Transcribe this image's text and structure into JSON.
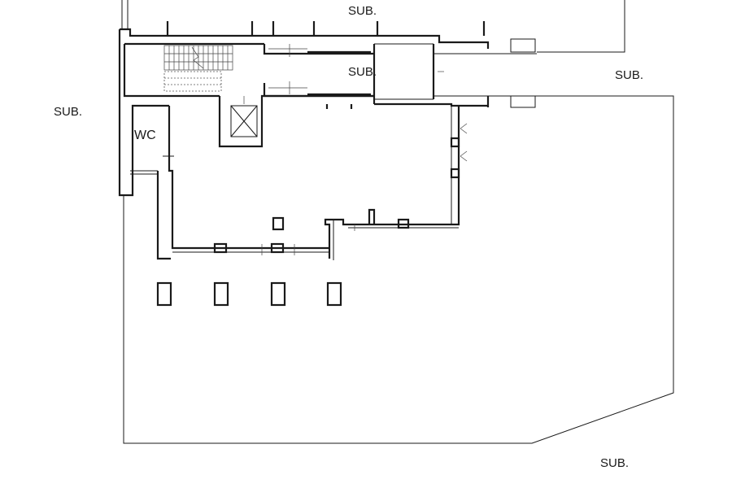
{
  "labels": {
    "sub_top": "SUB.",
    "sub_corridor": "SUB.",
    "sub_right": "SUB.",
    "sub_left": "SUB.",
    "sub_bottom": "SUB.",
    "wc": "WC"
  },
  "colors": {
    "line": "#1a1a1a",
    "background": "#ffffff"
  }
}
